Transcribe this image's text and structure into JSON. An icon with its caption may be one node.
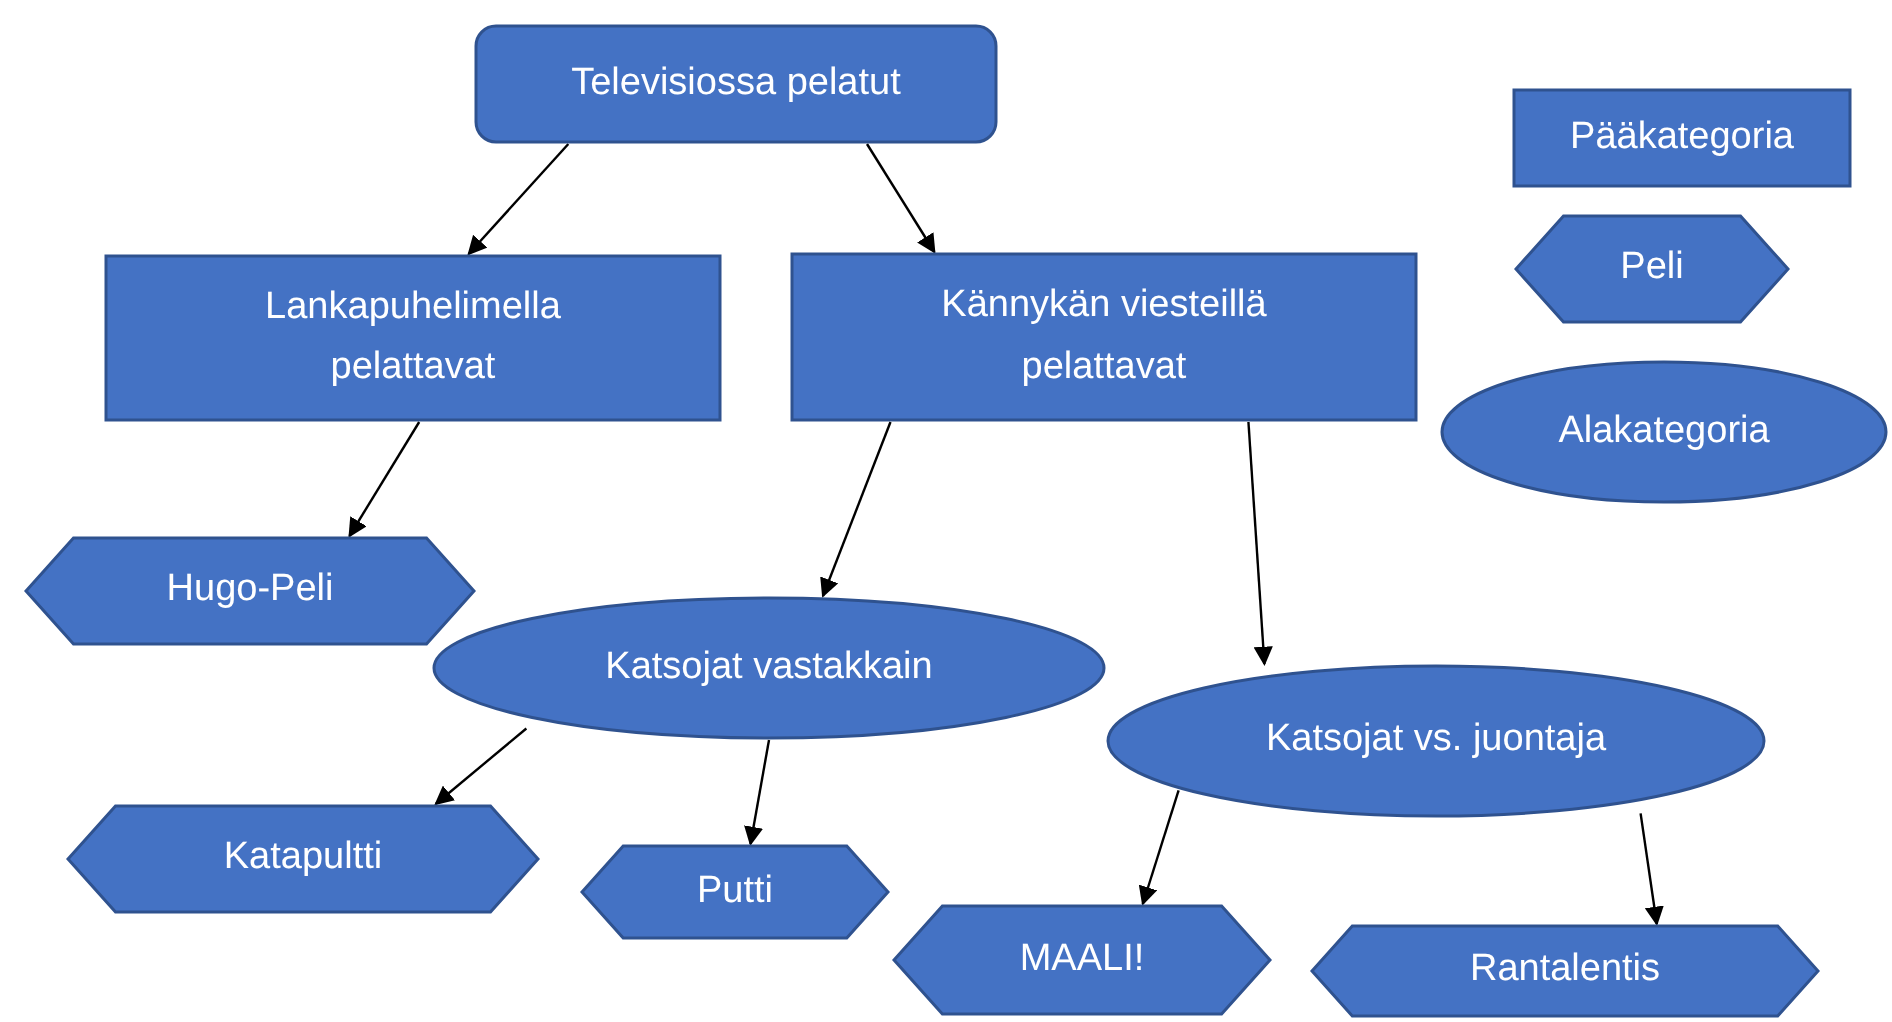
{
  "diagram": {
    "nodes": [
      {
        "text": [
          "Televisiossa pelatut"
        ]
      },
      {
        "text": [
          "Lankapuhelimella pelattavat"
        ]
      },
      {
        "text": [
          "Kännykän viesteillä pelattavat"
        ]
      },
      {
        "text": [
          "Hugo-Peli"
        ]
      },
      {
        "text": [
          "Katsojat vastakkain"
        ]
      },
      {
        "text": [
          "Katsojat vs. juontaja"
        ]
      },
      {
        "text": [
          "Katapultti"
        ]
      },
      {
        "text": [
          "Putti"
        ]
      },
      {
        "text": [
          "MAALI!"
        ]
      },
      {
        "text": [
          "Rantalentis"
        ]
      }
    ],
    "edges": [
      {
        "from": 0,
        "to": 1,
        "arrow": "to"
      },
      {
        "from": 0,
        "to": 2,
        "arrow": "to"
      },
      {
        "from": 1,
        "to": 3,
        "arrow": "to"
      },
      {
        "from": 2,
        "to": 4,
        "arrow": "to"
      },
      {
        "from": 2,
        "to": 5,
        "arrow": "to"
      },
      {
        "from": 4,
        "to": 6,
        "arrow": "to"
      },
      {
        "from": 4,
        "to": 7,
        "arrow": "to"
      },
      {
        "from": 5,
        "to": 8,
        "arrow": "to"
      },
      {
        "from": 5,
        "to": 9,
        "arrow": "to"
      }
    ],
    "legend": [
      {
        "text": "Pääkategoria"
      },
      {
        "text": "Peli"
      },
      {
        "text": "Alakategoria"
      }
    ]
  }
}
